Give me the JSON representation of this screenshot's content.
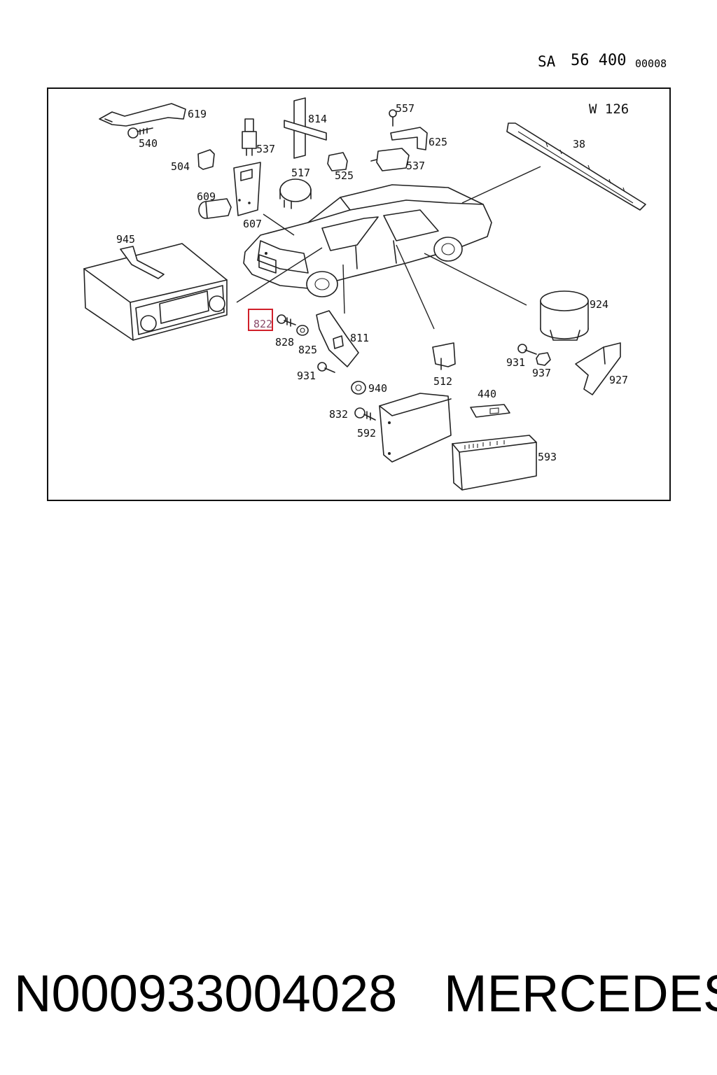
{
  "header": {
    "group": "SA",
    "code": "56 400",
    "sheet": "00008"
  },
  "diagram": {
    "model": "W 126",
    "highlighted_part": "822",
    "parts": [
      "619",
      "540",
      "504",
      "537",
      "814",
      "557",
      "625",
      "525",
      "537",
      "517",
      "609",
      "607",
      "38",
      "945",
      "924",
      "822",
      "828",
      "825",
      "811",
      "931",
      "937",
      "927",
      "512",
      "940",
      "440",
      "832",
      "592",
      "593",
      "931"
    ]
  },
  "footer": {
    "part_number": "N000933004028",
    "brand": "MERCEDES"
  }
}
